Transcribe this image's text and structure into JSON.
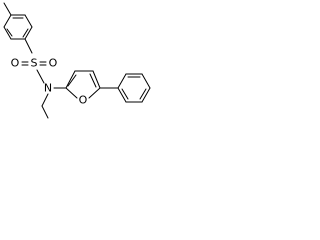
{
  "molecule": {
    "atoms": {
      "s": "S",
      "o1": "O",
      "o2": "O",
      "n": "N",
      "o_ring": "O"
    }
  }
}
